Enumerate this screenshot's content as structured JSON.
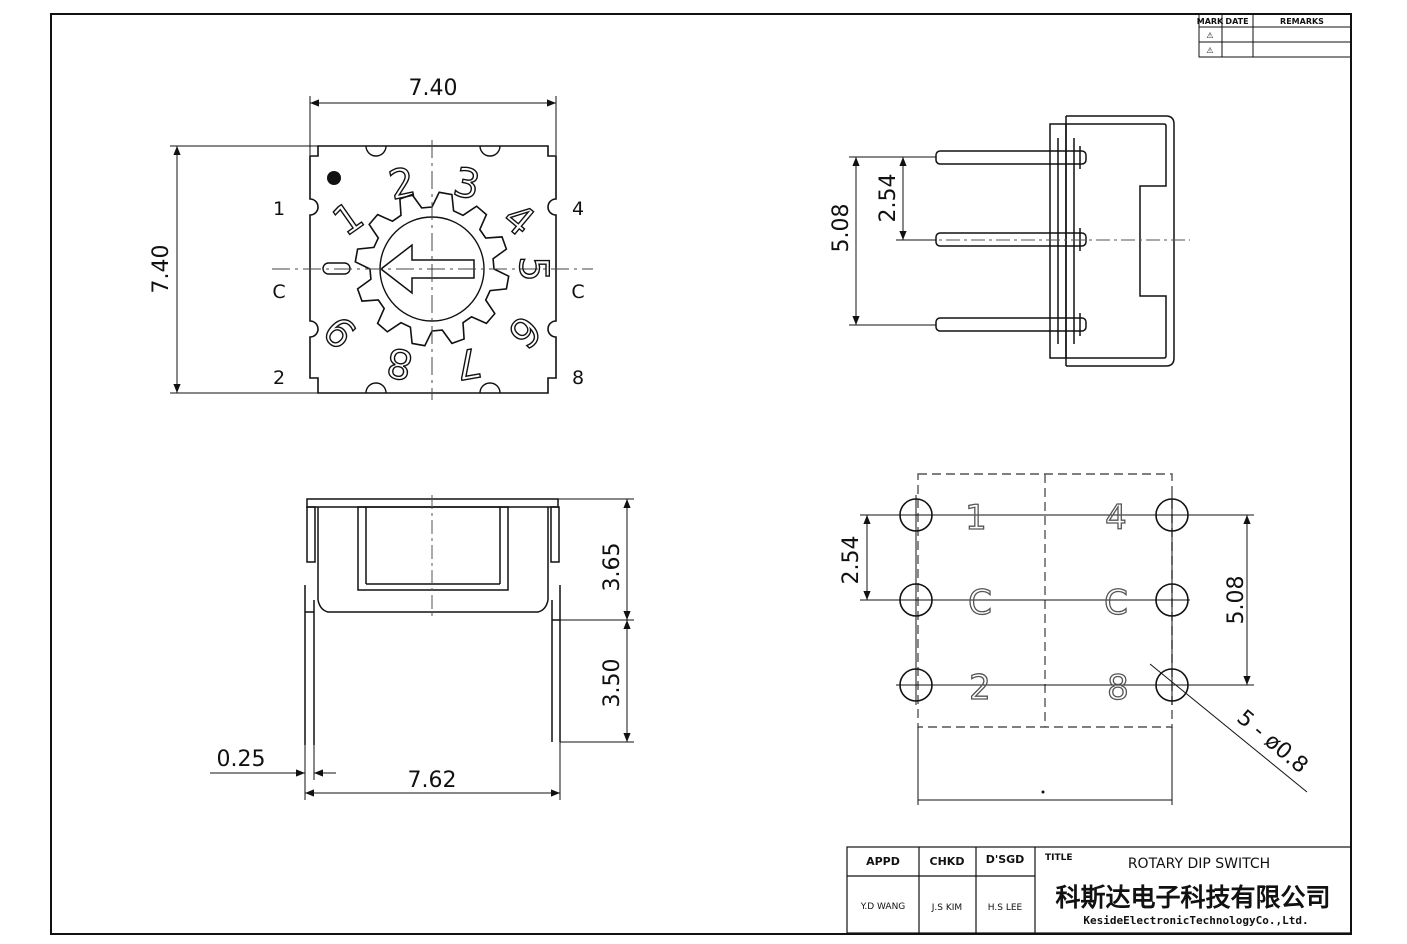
{
  "revision_table": {
    "headers": [
      "MARK",
      "DATE",
      "REMARKS"
    ],
    "rows": [
      {
        "mark": "⚠",
        "date": "",
        "remarks": ""
      },
      {
        "mark": "⚠",
        "date": "",
        "remarks": ""
      }
    ]
  },
  "top_view": {
    "width_dim": "7.40",
    "height_dim": "7.40",
    "pin_labels_left": [
      "1",
      "C",
      "2"
    ],
    "pin_labels_right": [
      "4",
      "C",
      "8"
    ],
    "dial_digits": [
      "1",
      "2",
      "3",
      "4",
      "5",
      "6",
      "7",
      "8",
      "9"
    ]
  },
  "side_view": {
    "dim_outer": "5.08",
    "dim_inner": "2.54"
  },
  "front_view": {
    "dim_body_height": "3.65",
    "dim_pin_length": "3.50",
    "dim_pin_thickness": "0.25",
    "dim_pin_span": "7.62"
  },
  "footprint": {
    "dim_left": "2.54",
    "dim_right": "5.08",
    "hole_callout": "5 - ø0.8",
    "labels_left": [
      "1",
      "C",
      "2"
    ],
    "labels_right": [
      "4",
      "C",
      "8"
    ]
  },
  "title_block": {
    "headers": [
      "APPD",
      "CHKD",
      "D'SGD",
      "TITLE"
    ],
    "names": [
      "Y.D WANG",
      "J.S KIM",
      "H.S LEE"
    ],
    "title": "ROTARY DIP SWITCH",
    "company_cn": "科斯达电子科技有限公司",
    "company_en": "KesideElectronicTechnologyCo.,Ltd."
  }
}
